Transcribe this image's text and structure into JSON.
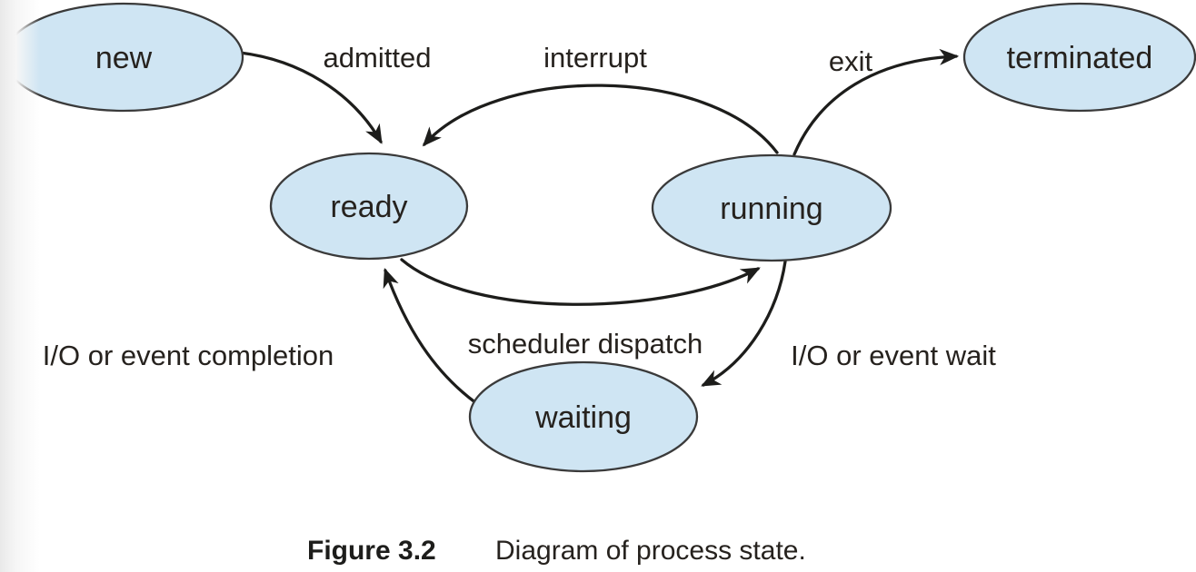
{
  "colors": {
    "node_fill": "#cfe5f3",
    "node_stroke": "#3a3a3a",
    "arrow": "#1d1d1b",
    "text": "#26221e",
    "background": "#ffffff"
  },
  "diagram": {
    "type": "state-diagram",
    "states": [
      {
        "id": "new",
        "label": "new"
      },
      {
        "id": "ready",
        "label": "ready"
      },
      {
        "id": "running",
        "label": "running"
      },
      {
        "id": "waiting",
        "label": "waiting"
      },
      {
        "id": "terminated",
        "label": "terminated"
      }
    ],
    "transitions": [
      {
        "from": "new",
        "to": "ready",
        "label": "admitted"
      },
      {
        "from": "running",
        "to": "ready",
        "label": "interrupt"
      },
      {
        "from": "running",
        "to": "terminated",
        "label": "exit"
      },
      {
        "from": "ready",
        "to": "running",
        "label": "scheduler dispatch"
      },
      {
        "from": "running",
        "to": "waiting",
        "label": "I/O or event wait"
      },
      {
        "from": "waiting",
        "to": "ready",
        "label": "I/O or event completion"
      }
    ]
  },
  "caption": {
    "label": "Figure 3.2",
    "text": "Diagram of process state."
  }
}
